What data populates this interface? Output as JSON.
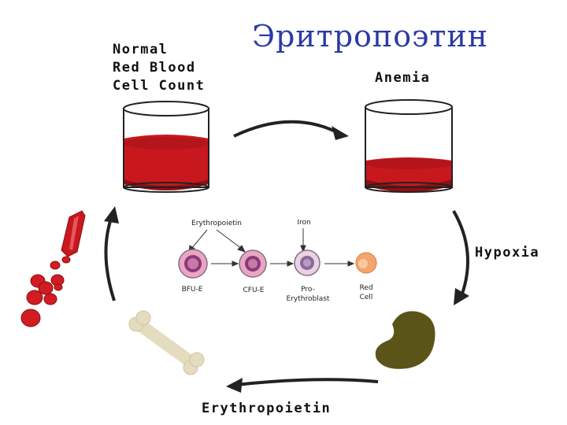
{
  "title": "Эритропоэтин",
  "labels": {
    "normal_count": [
      "Normal",
      "Red Blood",
      "Cell Count"
    ],
    "anemia": "Anemia",
    "hypoxia": "Hypoxia",
    "erythropoietin_bottom": "Erythropoietin"
  },
  "pathway": {
    "erythropoietin": "Erythropoietin",
    "iron": "Iron",
    "stages": [
      {
        "label": "BFU-E"
      },
      {
        "label": "CFU-E"
      },
      {
        "label": "Pro-\nErythroblast"
      },
      {
        "label": "Red\nCell"
      }
    ]
  },
  "colors": {
    "title": "#2b3aa6",
    "blood": "#c8181e",
    "blood_dark": "#8f0f14",
    "kidney": "#5b5418",
    "bone": "#e4dcbf"
  }
}
